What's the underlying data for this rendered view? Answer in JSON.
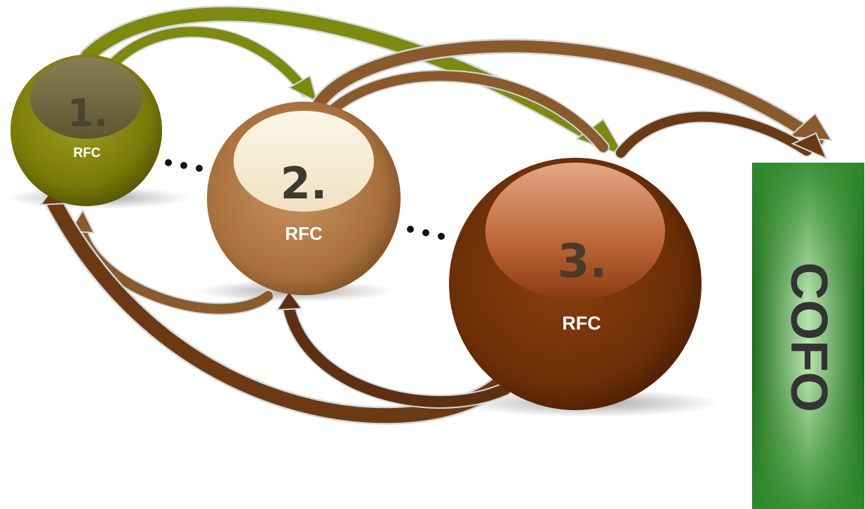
{
  "nodes": [
    {
      "number": "1.",
      "label": "RFC"
    },
    {
      "number": "2.",
      "label": "RFC"
    },
    {
      "number": "3.",
      "label": "RFC"
    }
  ],
  "target": {
    "label": "COFO"
  },
  "colors": {
    "node1": "#7a7a08",
    "node2": "#a86f3c",
    "node3": "#6b2e06",
    "cofo_green": "#2f8a2a",
    "arrow_olive": "#7d8a0e",
    "arrow_brown": "#8b5a2b",
    "arrow_dark": "#5c3010"
  }
}
